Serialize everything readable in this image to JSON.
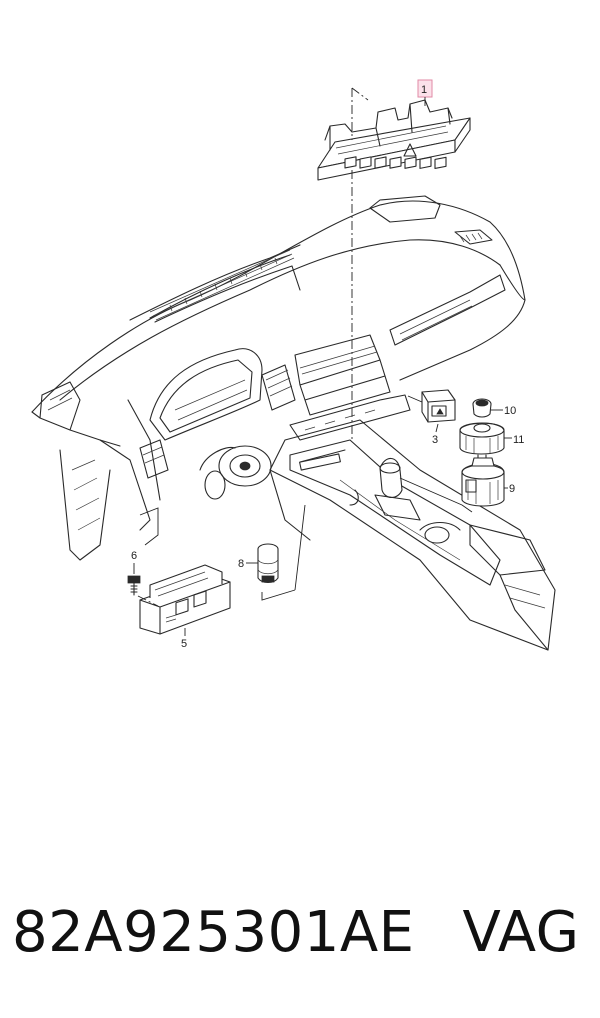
{
  "diagram": {
    "callouts": {
      "c1": "1",
      "c3": "3",
      "c5": "5",
      "c6": "6",
      "c8": "8",
      "c9": "9",
      "c10": "10",
      "c11": "11"
    },
    "highlight_color": "#fbe1ea"
  },
  "caption": {
    "part_number": "82A925301AE",
    "brand": "VAG"
  }
}
